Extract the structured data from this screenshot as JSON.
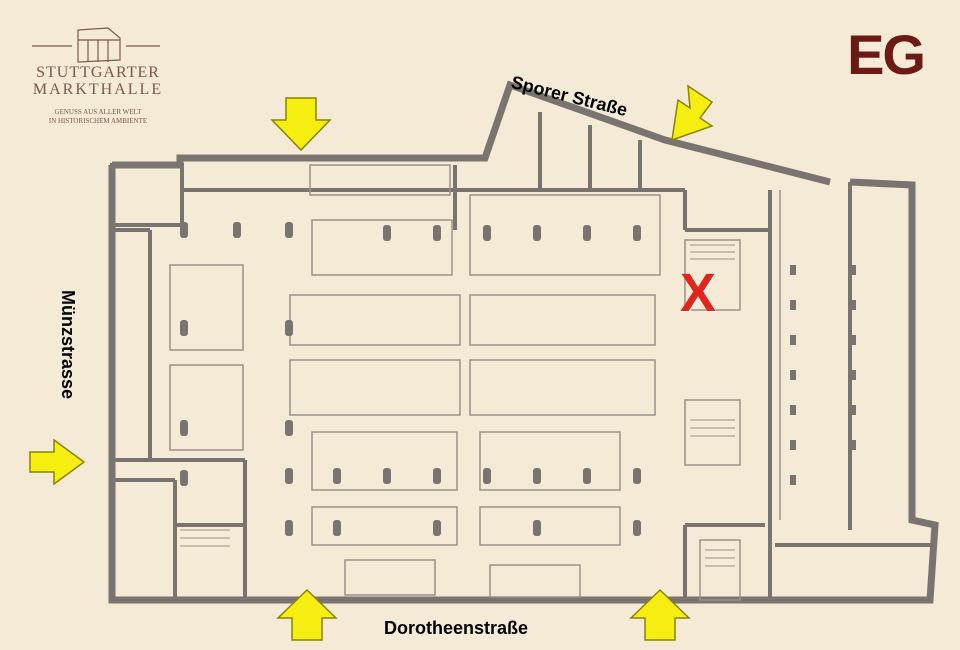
{
  "logo": {
    "line1": "STUTTGARTER",
    "line2": "MARKTHALLE",
    "tagline1": "GENUSS AUS ALLER WELT",
    "tagline2": "IN HISTORISCHEM AMBIENTE"
  },
  "floor_label": "EG",
  "streets": {
    "north": "Sporer Straße",
    "west": "Münzstrasse",
    "south": "Dorotheenstraße"
  },
  "location_marker": "X",
  "colors": {
    "background": "#f4ead6",
    "wall": "#7a7470",
    "arrow": "#f6ee10",
    "marker": "#e1251b",
    "floor_label": "#6b1a16"
  },
  "icons": [
    "building-logo-icon",
    "entrance-arrow-icon",
    "location-x-icon"
  ]
}
